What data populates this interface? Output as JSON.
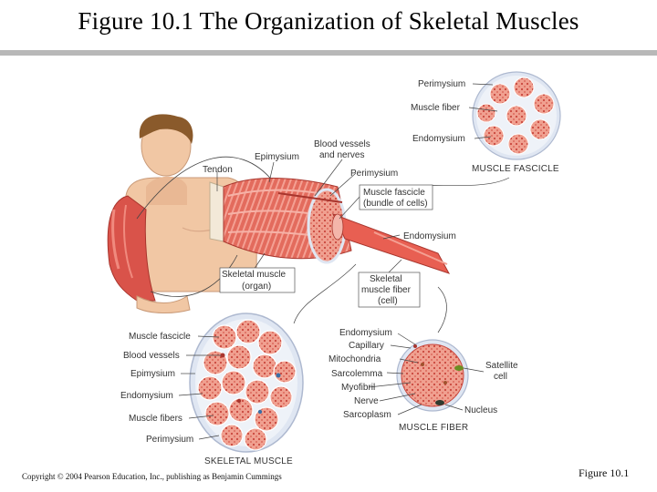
{
  "slide": {
    "title": "Figure 10.1 The Organization of Skeletal Muscles",
    "copyright": "Copyright © 2004 Pearson Education, Inc., publishing as Benjamin Cummings",
    "figure_number": "Figure 10.1"
  },
  "labels": {
    "fascicle_perimysium": "Perimysium",
    "fascicle_muscle_fiber": "Muscle fiber",
    "fascicle_endomysium": "Endomysium",
    "muscle_fascicle_caption": "MUSCLE FASCICLE",
    "blood_vessels_nerves_1": "Blood vessels",
    "blood_vessels_nerves_2": "and nerves",
    "tendon": "Tendon",
    "epimysium_top": "Epimysium",
    "perimysium_mid": "Perimysium",
    "muscle_fascicle_bundle_1": "Muscle fascicle",
    "muscle_fascicle_bundle_2": "(bundle of cells)",
    "endomysium_mid": "Endomysium",
    "skeletal_muscle_organ_1": "Skeletal muscle",
    "skeletal_muscle_organ_2": "(organ)",
    "skeletal_fiber_cell_1": "Skeletal",
    "skeletal_fiber_cell_2": "muscle fiber",
    "skeletal_fiber_cell_3": "(cell)",
    "sm_muscle_fascicle": "Muscle fascicle",
    "sm_blood_vessels": "Blood vessels",
    "sm_epimysium": "Epimysium",
    "sm_endomysium": "Endomysium",
    "sm_muscle_fibers": "Muscle fibers",
    "sm_perimysium": "Perimysium",
    "skeletal_muscle_caption": "SKELETAL MUSCLE",
    "mf_endomysium": "Endomysium",
    "mf_capillary": "Capillary",
    "mf_mitochondria": "Mitochondria",
    "mf_sarcolemma": "Sarcolemma",
    "mf_myofibril": "Myofibril",
    "mf_nerve": "Nerve",
    "mf_sarcoplasm": "Sarcoplasm",
    "mf_satellite_1": "Satellite",
    "mf_satellite_2": "cell",
    "mf_nucleus": "Nucleus",
    "muscle_fiber_caption": "MUSCLE FIBER"
  },
  "colors": {
    "muscle_red": "#d9534a",
    "muscle_light": "#f08a7e",
    "tissue_pink": "#f4b5aa",
    "sheath_blue": "#dfe6f2",
    "skin": "#f1c7a4",
    "hair": "#8a5a2b",
    "tendon": "#f3e9d8"
  }
}
